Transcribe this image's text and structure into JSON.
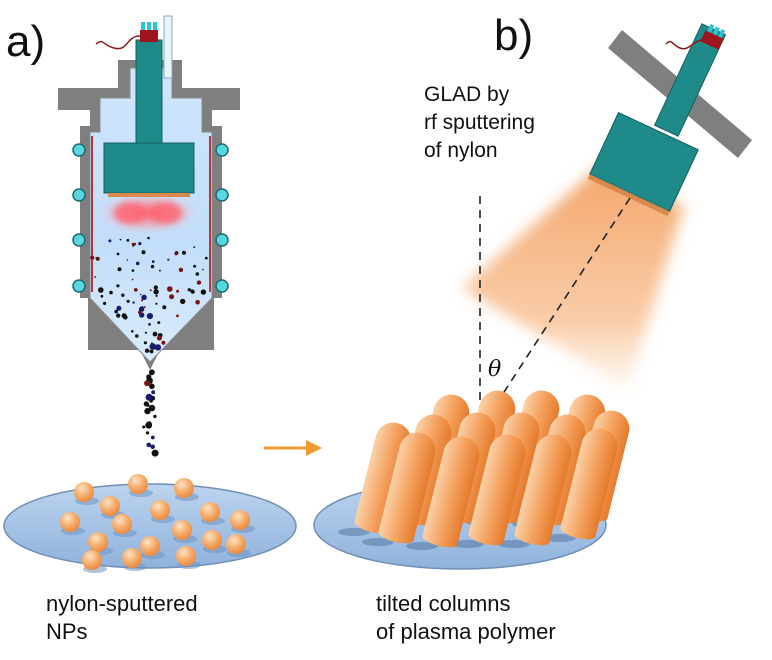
{
  "panel_a_label": "a)",
  "panel_b_label": "b)",
  "glad_text": [
    "GLAD by",
    "rf sputtering",
    "of nylon"
  ],
  "theta_symbol": "θ",
  "caption_a": [
    "nylon-sputtered",
    "NPs"
  ],
  "caption_b": [
    "tilted columns",
    "of plasma polymer"
  ],
  "colors": {
    "chamber_wall": "#7f7f7f",
    "chamber_interior": "#c9e3fa",
    "target": "#1e8a8a",
    "plasma_glow": "#ff6f7d",
    "sputter_plume": "#f6b078",
    "nanoparticle": "#f4a45e",
    "substrate": "#a9c6e6",
    "arrow": "#f39b30",
    "coil": "#59d6e0"
  },
  "icons": [
    "power-cable-icon",
    "gas-inlet-icon",
    "orange-arrow-icon"
  ]
}
